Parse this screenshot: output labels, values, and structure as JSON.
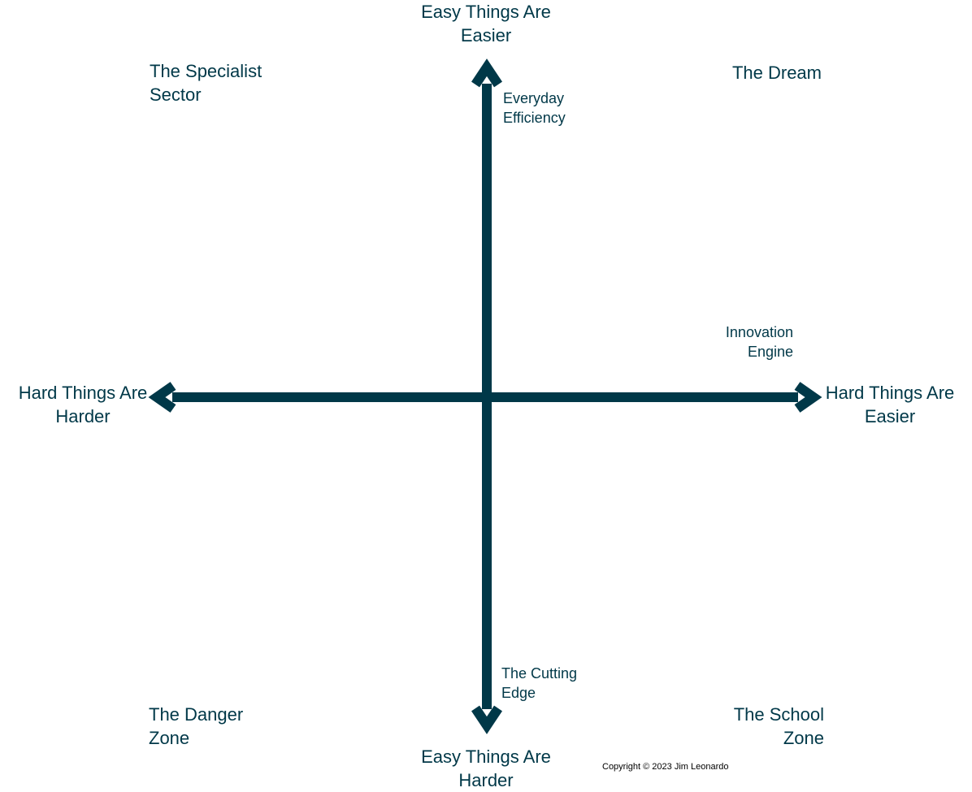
{
  "colors": {
    "axis": "#003848",
    "text": "#003848",
    "background": "#ffffff"
  },
  "axes": {
    "top": [
      "Easy Things Are",
      "Easier"
    ],
    "bottom": [
      "Easy Things Are",
      "Harder"
    ],
    "left": [
      "Hard Things Are",
      "Harder"
    ],
    "right": [
      "Hard Things Are",
      "Easier"
    ]
  },
  "quadrants": {
    "top_left": [
      "The Specialist",
      "Sector"
    ],
    "top_right": [
      "The Dream"
    ],
    "bottom_left": [
      "The Danger",
      "Zone"
    ],
    "bottom_right": [
      "The School",
      "Zone"
    ]
  },
  "annotations": {
    "top": [
      "Everyday",
      "Efficiency"
    ],
    "right": [
      "Innovation",
      "Engine"
    ],
    "bottom": [
      "The Cutting",
      "Edge"
    ]
  },
  "copyright": "Copyright © 2023 Jim Leonardo"
}
